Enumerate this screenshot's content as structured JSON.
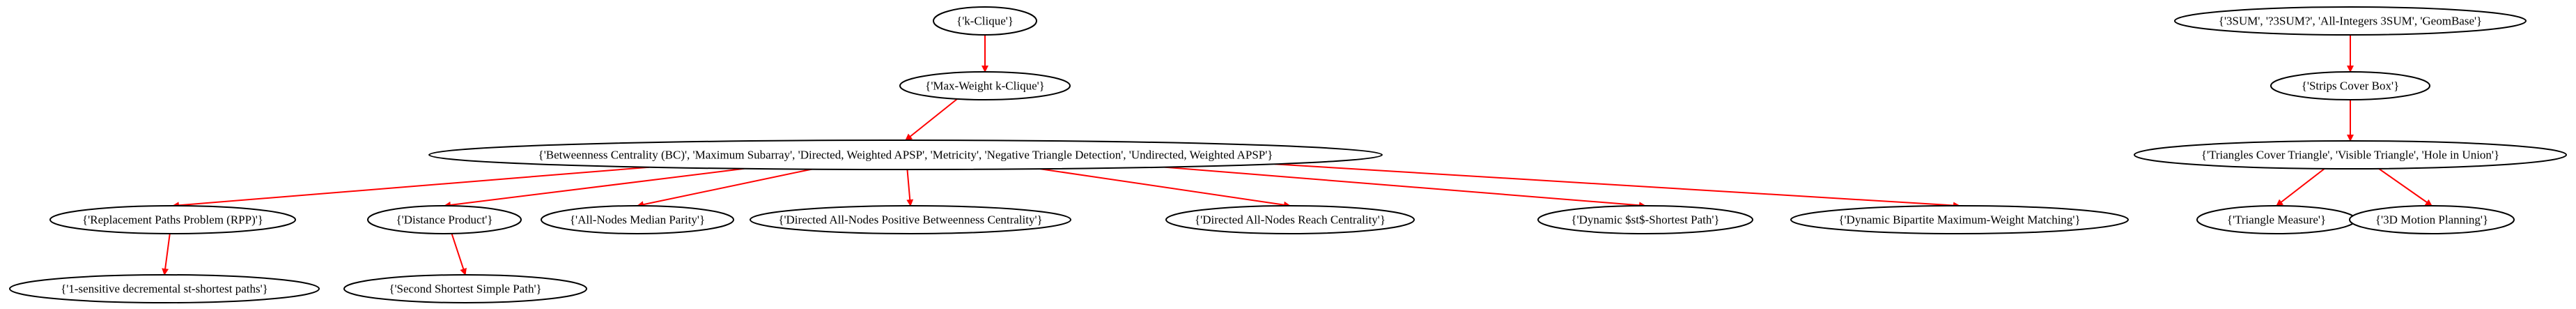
{
  "colors": {
    "edge": "#ff0000",
    "node_border": "#000000",
    "background": "#ffffff"
  },
  "nodes": [
    {
      "id": "n1",
      "label": "{'k-Clique'}"
    },
    {
      "id": "n2",
      "label": "{'Max-Weight k-Clique'}"
    },
    {
      "id": "n3",
      "label": "{'Betweenness Centrality (BC)', 'Maximum Subarray', 'Directed, Weighted APSP', 'Metricity', 'Negative Triangle Detection', 'Undirected, Weighted APSP'}"
    },
    {
      "id": "n4",
      "label": "{'Replacement Paths Problem (RPP)'}"
    },
    {
      "id": "n5",
      "label": "{'Distance Product'}"
    },
    {
      "id": "n6",
      "label": "{'All-Nodes Median Parity'}"
    },
    {
      "id": "n7",
      "label": "{'Directed All-Nodes Positive Betweenness Centrality'}"
    },
    {
      "id": "n8",
      "label": "{'Directed All-Nodes Reach Centrality'}"
    },
    {
      "id": "n9",
      "label": "{'Dynamic $st$-Shortest Path'}"
    },
    {
      "id": "n10",
      "label": "{'Dynamic Bipartite Maximum-Weight Matching'}"
    },
    {
      "id": "n11",
      "label": "{'1-sensitive decremental st-shortest paths'}"
    },
    {
      "id": "n12",
      "label": "{'Second Shortest Simple Path'}"
    },
    {
      "id": "n13",
      "label": "{'3SUM', '?3SUM?', 'All-Integers 3SUM', 'GeomBase'}"
    },
    {
      "id": "n14",
      "label": "{'Strips Cover Box'}"
    },
    {
      "id": "n15",
      "label": "{'Triangles Cover Triangle', 'Visible Triangle', 'Hole in Union'}"
    },
    {
      "id": "n16",
      "label": "{'Triangle Measure'}"
    },
    {
      "id": "n17",
      "label": "{'3D Motion Planning'}"
    }
  ],
  "edges": [
    {
      "from": "n1",
      "to": "n2"
    },
    {
      "from": "n2",
      "to": "n3"
    },
    {
      "from": "n3",
      "to": "n4"
    },
    {
      "from": "n3",
      "to": "n5"
    },
    {
      "from": "n3",
      "to": "n6"
    },
    {
      "from": "n3",
      "to": "n7"
    },
    {
      "from": "n3",
      "to": "n8"
    },
    {
      "from": "n3",
      "to": "n9"
    },
    {
      "from": "n3",
      "to": "n10"
    },
    {
      "from": "n4",
      "to": "n11"
    },
    {
      "from": "n5",
      "to": "n12"
    },
    {
      "from": "n13",
      "to": "n14"
    },
    {
      "from": "n14",
      "to": "n15"
    },
    {
      "from": "n15",
      "to": "n16"
    },
    {
      "from": "n15",
      "to": "n17"
    }
  ]
}
